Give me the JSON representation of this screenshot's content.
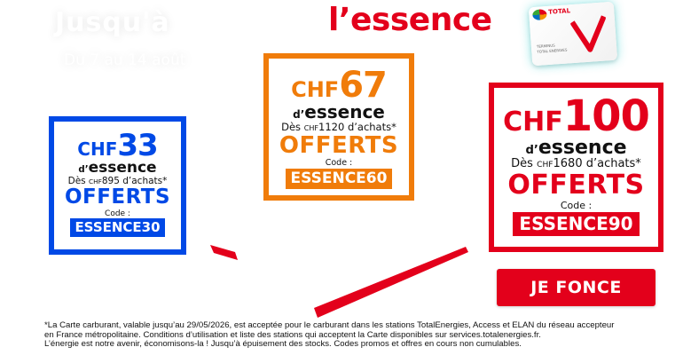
{
  "header": {
    "faded_title": "Jusqu'à",
    "faded_dates": "Du 7 au 14 août",
    "headline": "l’essence"
  },
  "fuel_card": {
    "brand": "TOTAL",
    "line1": "TERMINUS",
    "line2": "TOTAL ENERGIES"
  },
  "colors": {
    "blue": "#0049e6",
    "orange": "#f07c0a",
    "red": "#e3001b"
  },
  "offers": [
    {
      "currency": "CHF",
      "amount": "33",
      "essence_prefix": "d’",
      "essence": "essence",
      "threshold_prefix": "Dès ",
      "threshold_currency": "CHF",
      "threshold": "895 d’achats*",
      "offered": "OFFERTS",
      "code_label": "Code :",
      "code": "ESSENCE30"
    },
    {
      "currency": "CHF",
      "amount": "67",
      "essence_prefix": "d’",
      "essence": "essence",
      "threshold_prefix": "Dès ",
      "threshold_currency": "CHF",
      "threshold": "1120 d’achats*",
      "offered": "OFFERTS",
      "code_label": "Code :",
      "code": "ESSENCE60"
    },
    {
      "currency": "CHF",
      "amount": "100",
      "essence_prefix": "d’",
      "essence": "essence",
      "threshold_prefix": "Dès ",
      "threshold_currency": "CHF",
      "threshold": "1680 d’achats*",
      "offered": "OFFERTS",
      "code_label": "Code :",
      "code": "ESSENCE90"
    }
  ],
  "cta": {
    "label": "JE FONCE"
  },
  "legal": {
    "line1": "*La Carte carburant, valable jusqu’au 29/05/2026, est acceptée pour le carburant dans les stations TotalEnergies, Access et ELAN du réseau accepteur",
    "line2": "en France métropolitaine. Conditions d’utilisation et liste des stations qui acceptent la Carte disponibles sur services.totalenergies.fr.",
    "line3": "L’énergie est notre avenir, économisons-la ! Jusqu’à épuisement des stocks. Codes promos et offres en cours non cumulables."
  }
}
